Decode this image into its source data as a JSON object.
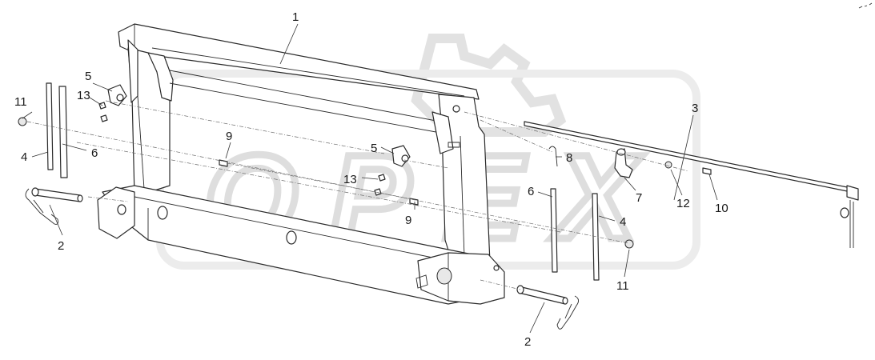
{
  "watermark": {
    "text": "OPEX",
    "color": "#dedede"
  },
  "callouts": [
    {
      "id": "c1",
      "label": "1"
    },
    {
      "id": "c2a",
      "label": "2"
    },
    {
      "id": "c2b",
      "label": "2"
    },
    {
      "id": "c3",
      "label": "3"
    },
    {
      "id": "c4a",
      "label": "4"
    },
    {
      "id": "c4b",
      "label": "4"
    },
    {
      "id": "c5a",
      "label": "5"
    },
    {
      "id": "c5b",
      "label": "5"
    },
    {
      "id": "c6a",
      "label": "6"
    },
    {
      "id": "c6b",
      "label": "6"
    },
    {
      "id": "c7",
      "label": "7"
    },
    {
      "id": "c8",
      "label": "8"
    },
    {
      "id": "c9a",
      "label": "9"
    },
    {
      "id": "c9b",
      "label": "9"
    },
    {
      "id": "c10",
      "label": "10"
    },
    {
      "id": "c11a",
      "label": "11"
    },
    {
      "id": "c11b",
      "label": "11"
    },
    {
      "id": "c12",
      "label": "12"
    },
    {
      "id": "c13a",
      "label": "13"
    },
    {
      "id": "c13b",
      "label": "13"
    }
  ]
}
